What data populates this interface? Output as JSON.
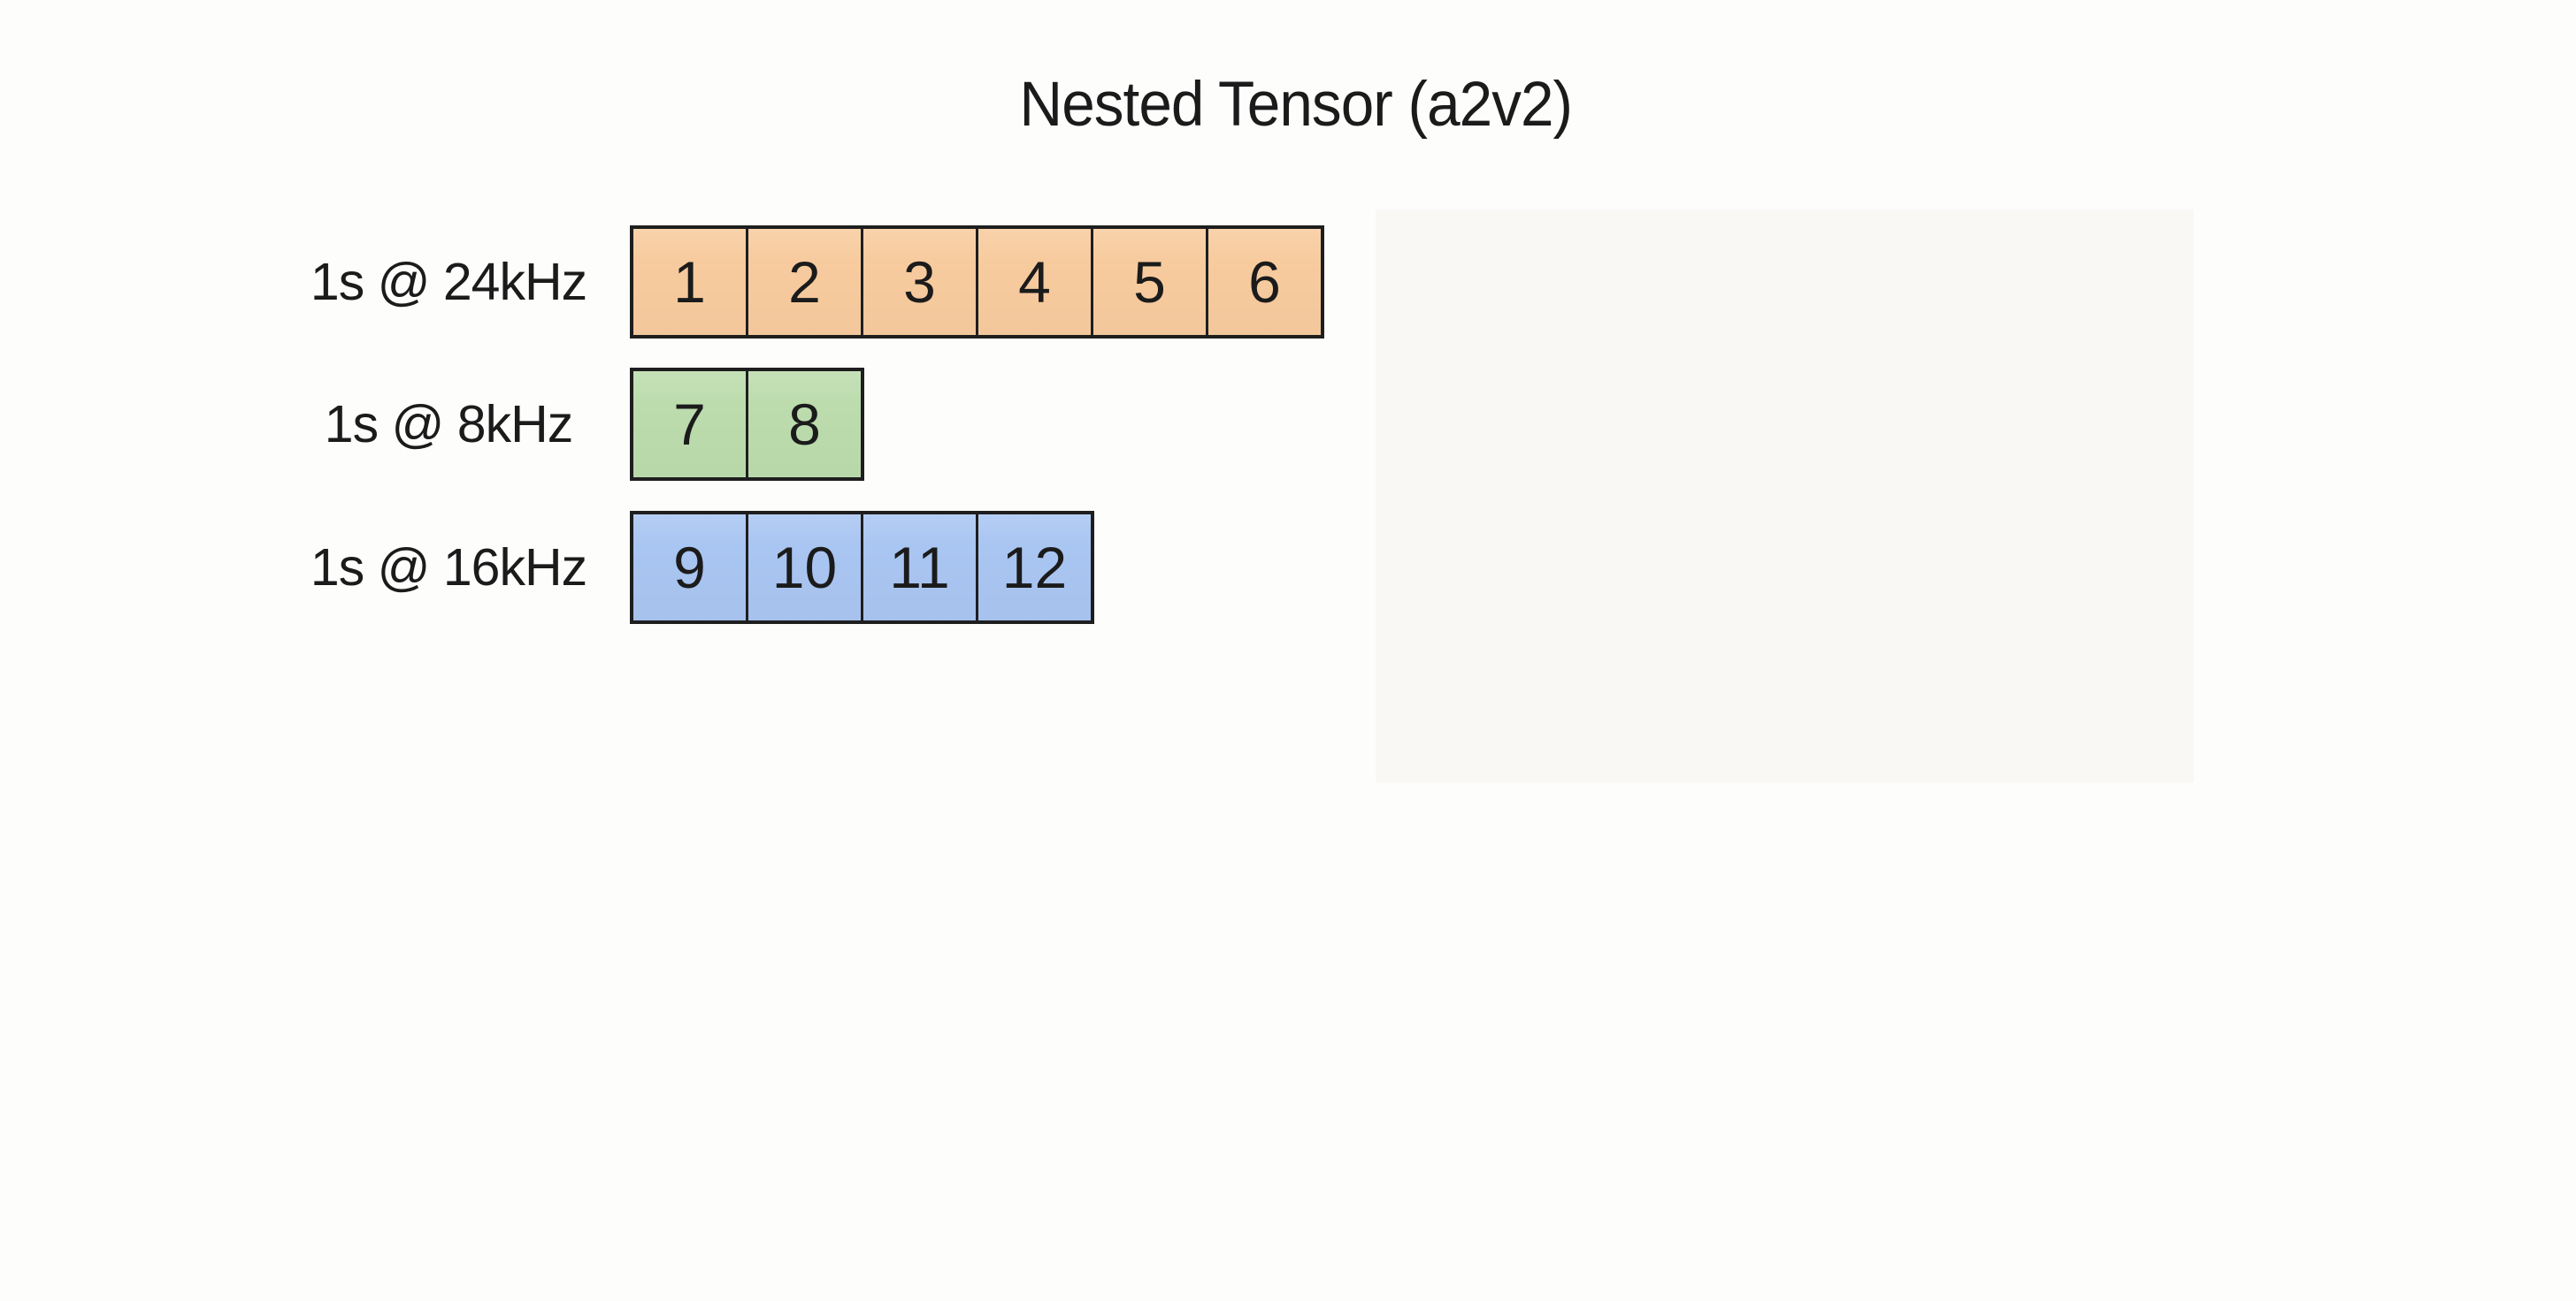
{
  "title": "Nested Tensor (a2v2)",
  "colors": {
    "page_background": "#fdfdfc",
    "panel_tint": "#f6f3ec",
    "cell_border": "#1e1e1e",
    "text": "#1b1b1b",
    "row_orange_fill": "#f7cb9e",
    "row_green_fill": "#bcdcad",
    "row_blue_fill": "#a9c5f1"
  },
  "diagram": {
    "type": "nested-tensor-row-diagram",
    "rows": [
      {
        "label": "1s @ 24kHz",
        "fill": "#f7cb9e",
        "color_name": "orange",
        "cells": [
          "1",
          "2",
          "3",
          "4",
          "5",
          "6"
        ]
      },
      {
        "label": "1s @ 8kHz",
        "fill": "#bcdcad",
        "color_name": "green",
        "cells": [
          "7",
          "8"
        ]
      },
      {
        "label": "1s @ 16kHz",
        "fill": "#a9c5f1",
        "color_name": "blue",
        "cells": [
          "9",
          "10",
          "11",
          "12"
        ]
      }
    ]
  }
}
